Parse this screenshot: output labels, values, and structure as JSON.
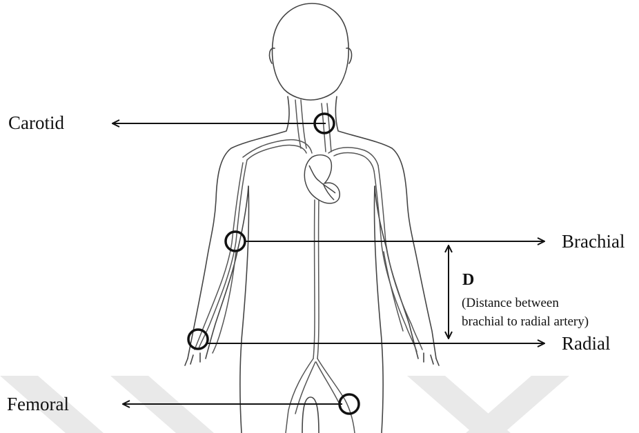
{
  "labels": {
    "carotid": "Carotid",
    "brachial": "Brachial",
    "radial": "Radial",
    "femoral": "Femoral",
    "distance_symbol": "D",
    "distance_note_line1": "(Distance between",
    "distance_note_line2": "brachial to radial artery)"
  },
  "colors": {
    "outline": "#444444",
    "artery": "#555555",
    "marker": "#111111",
    "arrow": "#111111",
    "watermark": "#e9e9e9"
  },
  "icons": {
    "pulse_marker": "circle-marker-icon",
    "heart": "heart-icon"
  }
}
